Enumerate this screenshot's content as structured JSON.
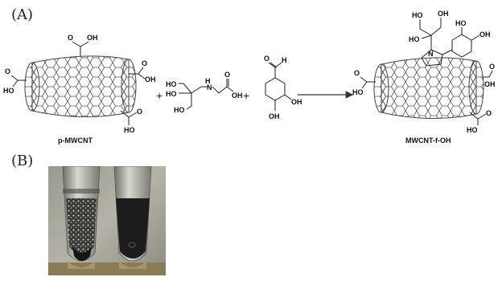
{
  "panels": {
    "a_label": "(A)",
    "b_label": "(B)"
  },
  "scheme": {
    "reactant1_name": "p-MWCNT",
    "product_name": "MWCNT-f-OH",
    "plus": "+",
    "cooh": "OH",
    "ho": "HO",
    "oh": "OH",
    "o": "O",
    "h": "H",
    "n": "N"
  }
}
